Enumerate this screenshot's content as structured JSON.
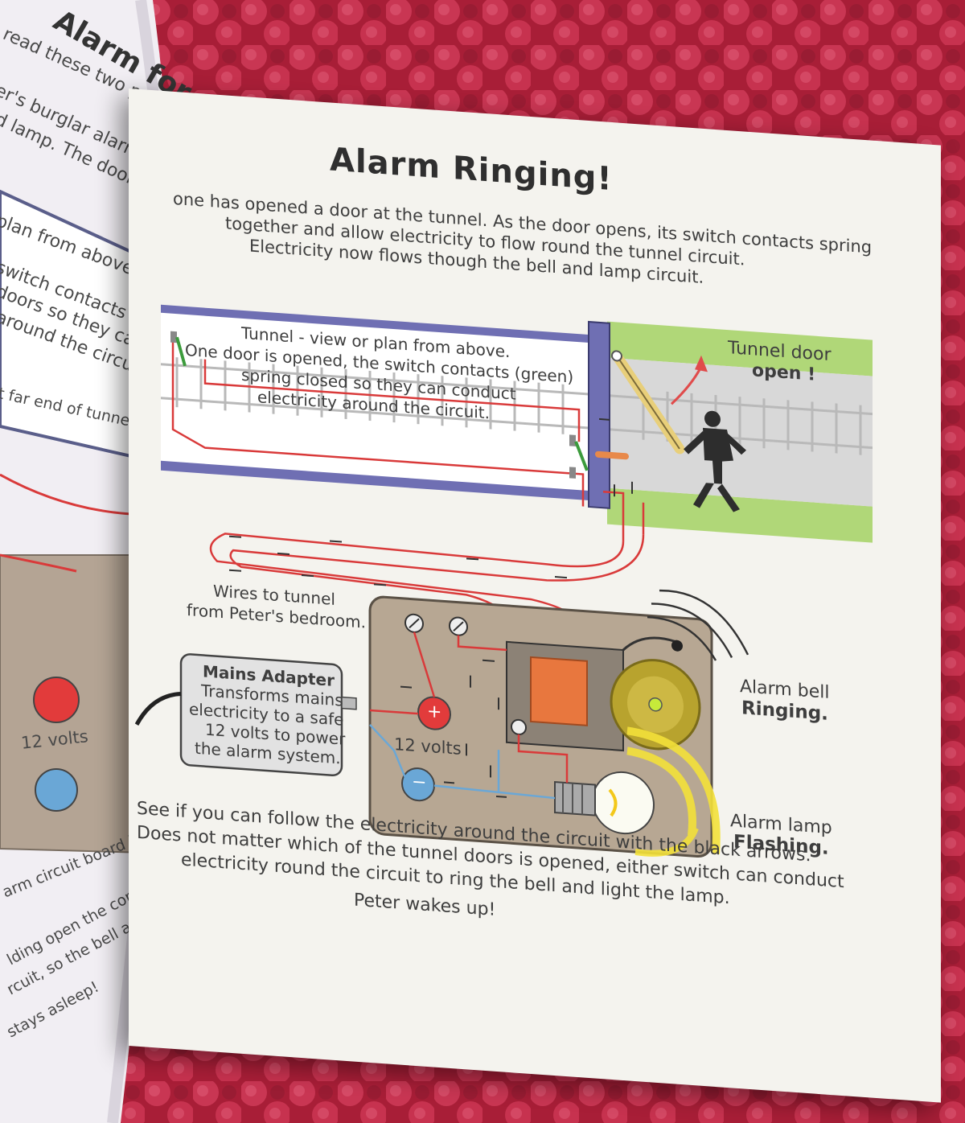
{
  "left_page": {
    "title": "Alarm for",
    "lines": [
      "read these two pages to",
      "er's burglar alarm works.",
      "d lamp.  The doors are sh"
    ],
    "callout": [
      "plan from above.",
      "switch contacts (green)",
      "doors so they cannot",
      "around the circuit."
    ],
    "far_end": "t far end of tunnel.",
    "volts": "12 volts",
    "board": "arm circuit board in Pe",
    "bottom": [
      "lding open the contacts",
      "rcuit, so the bell and lam",
      "stays asleep!"
    ]
  },
  "page": {
    "title": "Alarm Ringing!",
    "intro": [
      "one has opened a door at the tunnel.  As the door opens, its switch contacts spring",
      "together and allow electricity to flow round the tunnel circuit.",
      "Electricity now flows though the bell and lamp circuit."
    ],
    "tunnel_label": [
      "Tunnel - view or plan from above.",
      "One door is opened, the switch contacts (green)",
      "spring closed so they can conduct",
      "electricity around the circuit."
    ],
    "tunnel_door": {
      "line1": "Tunnel door",
      "line2": "open !"
    },
    "wires_label": [
      "Wires to tunnel",
      "from Peter's bedroom."
    ],
    "adapter": {
      "title": "Mains Adapter",
      "lines": [
        "Transforms mains",
        "electricity to a safe",
        "12 volts to power",
        "the alarm system."
      ]
    },
    "volts": "12 volts",
    "plus": "+",
    "minus": "−",
    "bell": {
      "line1": "Alarm bell",
      "line2": "Ringing."
    },
    "lamp": {
      "line1": "Alarm lamp",
      "line2": "Flashing."
    },
    "outro": [
      "See if you can follow the electricity around the circuit with the black arrows.",
      "Does not matter which of the tunnel doors is opened, either switch can conduct",
      "electricity round the circuit to ring the bell and light the lamp.",
      "Peter wakes up!"
    ]
  },
  "colors": {
    "background": "#b8253f",
    "page": "#f4f3ee",
    "wire_red": "#d93a3a",
    "wire_blue": "#6aa7d6",
    "door_purple": "#6f6fb3",
    "grass": "#a9d46a",
    "board": "#b7a793",
    "coil": "#e8773e",
    "bell": "#b8a32e",
    "lamp_glow": "#f3e13a"
  },
  "icons": [
    "burglar-figure-icon",
    "bell-icon",
    "lamp-bulb-icon",
    "battery-plus-icon",
    "battery-minus-icon",
    "screw-terminal-icon"
  ]
}
